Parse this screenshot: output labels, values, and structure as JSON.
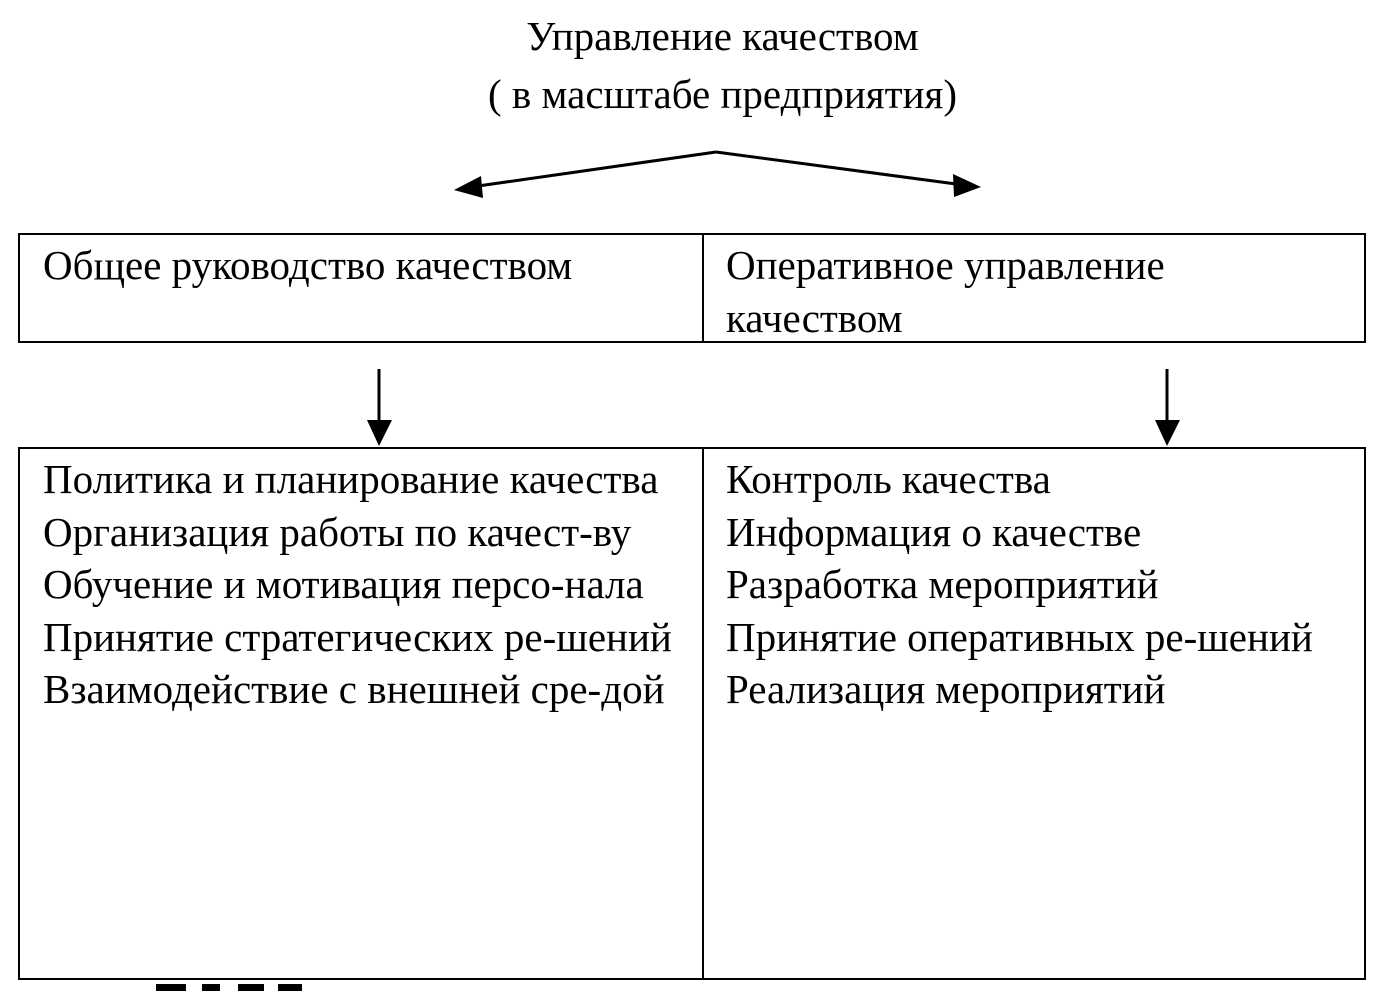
{
  "header": {
    "title_line1": "Управление качеством",
    "title_line2": "( в масштабе предприятия)"
  },
  "top_table": {
    "left_cell": "Общее руководство качеством",
    "right_cell": "Оперативное управление качеством"
  },
  "bottom_table": {
    "left_items": [
      "Политика и планирование качества",
      "Организация работы по качест-ву",
      "Обучение и мотивация персо-нала",
      "Принятие стратегических ре-шений",
      "Взаимодействие с внешней сре-дой"
    ],
    "right_items": [
      "Контроль качества",
      "Информация о качестве",
      "Разработка мероприятий",
      "Принятие оперативных ре-шений",
      "Реализация мероприятий"
    ]
  }
}
